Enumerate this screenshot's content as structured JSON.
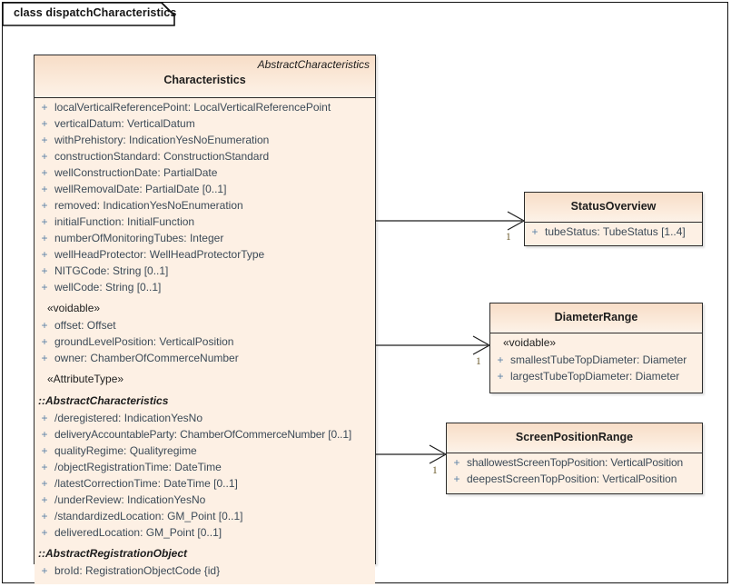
{
  "frame": {
    "label": "class dispatchCharacteristics"
  },
  "classes": {
    "characteristics": {
      "parent": "AbstractCharacteristics",
      "name": "Characteristics",
      "rows": [
        {
          "kind": "attr",
          "vis": "+",
          "text": "localVerticalReferencePoint: LocalVerticalReferencePoint"
        },
        {
          "kind": "attr",
          "vis": "+",
          "text": "verticalDatum: VerticalDatum"
        },
        {
          "kind": "attr",
          "vis": "+",
          "text": "withPrehistory: IndicationYesNoEnumeration"
        },
        {
          "kind": "attr",
          "vis": "+",
          "text": "constructionStandard: ConstructionStandard"
        },
        {
          "kind": "attr",
          "vis": "+",
          "text": "wellConstructionDate: PartialDate"
        },
        {
          "kind": "attr",
          "vis": "+",
          "text": "wellRemovalDate: PartialDate [0..1]"
        },
        {
          "kind": "attr",
          "vis": "+",
          "text": "removed: IndicationYesNoEnumeration"
        },
        {
          "kind": "attr",
          "vis": "+",
          "text": "initialFunction: InitialFunction"
        },
        {
          "kind": "attr",
          "vis": "+",
          "text": "numberOfMonitoringTubes: Integer"
        },
        {
          "kind": "attr",
          "vis": "+",
          "text": "wellHeadProtector: WellHeadProtectorType"
        },
        {
          "kind": "attr",
          "vis": "+",
          "text": "NITGCode: String [0..1]"
        },
        {
          "kind": "attr",
          "vis": "+",
          "text": "wellCode: String [0..1]"
        },
        {
          "kind": "spacer"
        },
        {
          "kind": "stereo",
          "text": "«voidable»"
        },
        {
          "kind": "attr",
          "vis": "+",
          "text": "offset: Offset"
        },
        {
          "kind": "attr",
          "vis": "+",
          "text": "groundLevelPosition: VerticalPosition"
        },
        {
          "kind": "attr",
          "vis": "+",
          "text": "owner: ChamberOfCommerceNumber"
        },
        {
          "kind": "spacer"
        },
        {
          "kind": "stereo",
          "text": "«AttributeType»"
        },
        {
          "kind": "spacer"
        },
        {
          "kind": "group",
          "text": "::AbstractCharacteristics"
        },
        {
          "kind": "attr",
          "vis": "+",
          "text": "/deregistered: IndicationYesNo"
        },
        {
          "kind": "attr",
          "vis": "+",
          "text": "deliveryAccountableParty: ChamberOfCommerceNumber [0..1]"
        },
        {
          "kind": "attr",
          "vis": "+",
          "text": "qualityRegime: Qualityregime"
        },
        {
          "kind": "attr",
          "vis": "+",
          "text": "/objectRegistrationTime: DateTime"
        },
        {
          "kind": "attr",
          "vis": "+",
          "text": "/latestCorrectionTime: DateTime [0..1]"
        },
        {
          "kind": "attr",
          "vis": "+",
          "text": "/underReview: IndicationYesNo"
        },
        {
          "kind": "attr",
          "vis": "+",
          "text": "/standardizedLocation: GM_Point [0..1]"
        },
        {
          "kind": "attr",
          "vis": "+",
          "text": "deliveredLocation: GM_Point [0..1]"
        },
        {
          "kind": "spacer"
        },
        {
          "kind": "group",
          "text": "::AbstractRegistrationObject"
        },
        {
          "kind": "attr",
          "vis": "+",
          "text": "broId: RegistrationObjectCode {id}"
        }
      ]
    },
    "status_overview": {
      "name": "StatusOverview",
      "rows": [
        {
          "kind": "attr",
          "vis": "+",
          "text": "tubeStatus: TubeStatus [1..4]"
        }
      ]
    },
    "diameter_range": {
      "name": "DiameterRange",
      "rows": [
        {
          "kind": "stereo",
          "text": "«voidable»"
        },
        {
          "kind": "attr",
          "vis": "+",
          "text": "smallestTubeTopDiameter: Diameter"
        },
        {
          "kind": "attr",
          "vis": "+",
          "text": "largestTubeTopDiameter: Diameter"
        }
      ]
    },
    "screen_position_range": {
      "name": "ScreenPositionRange",
      "rows": [
        {
          "kind": "attr",
          "vis": "+",
          "text": "shallowestScreenTopPosition: VerticalPosition"
        },
        {
          "kind": "attr",
          "vis": "+",
          "text": "deepestScreenTopPosition: VerticalPosition"
        }
      ]
    }
  },
  "connectors": [
    {
      "name": "characteristics-to-statusoverview",
      "multiplicity": "1"
    },
    {
      "name": "characteristics-to-diameterrange",
      "multiplicity": "1"
    },
    {
      "name": "characteristics-to-screenpositionrange",
      "multiplicity": "1"
    }
  ],
  "colors": {
    "header_fill": "#f7ddc7",
    "body_fill": "#fdf0e4",
    "border": "#2b2b2b",
    "attribute_text": "#3c4a57",
    "visibility_marker": "#5d82a6",
    "multiplicity_text": "#6b5a2a"
  }
}
